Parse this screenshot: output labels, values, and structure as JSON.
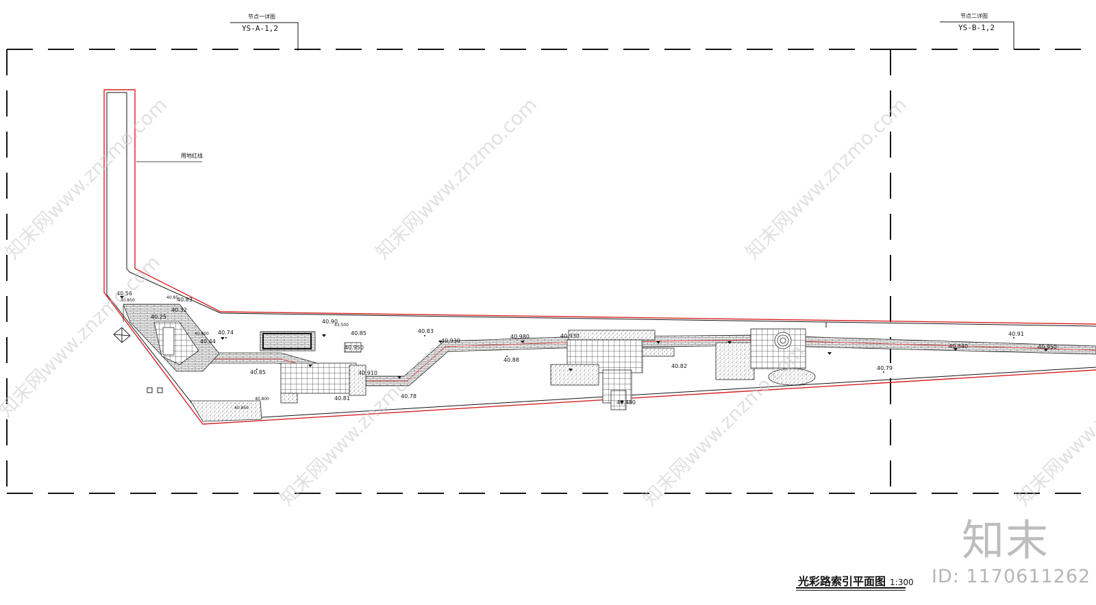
{
  "drawing": {
    "title": "光彩路索引平面图",
    "scale": "1:300",
    "boundary_label": "用地红线",
    "callouts": [
      {
        "node": "节点一详图",
        "sheet": "YS-A-1,2"
      },
      {
        "node": "节点二详图",
        "sheet": "YS-B-1,2"
      }
    ],
    "elevations": [
      "40.56",
      "40.850",
      "40.85",
      "40.83",
      "40.32",
      "40.25",
      "40.74",
      "40.800",
      "40.44",
      "40.90",
      "43.500",
      "40.85",
      "40.950",
      "40.83",
      "40.930",
      "40.980",
      "40.930",
      "40.88",
      "40.910",
      "40.85",
      "40.81",
      "40.78",
      "40.82",
      "40.91",
      "40.79",
      "40.840",
      "40.950",
      "40.800",
      "40.850",
      "40.450"
    ],
    "colors": {
      "redline": "#d62020",
      "ink": "#111111",
      "watermark": "#c9c9c9"
    }
  },
  "watermark": {
    "text": "知末网www.znzmo.com",
    "brand": "知末",
    "id": "ID: 1170611262"
  }
}
